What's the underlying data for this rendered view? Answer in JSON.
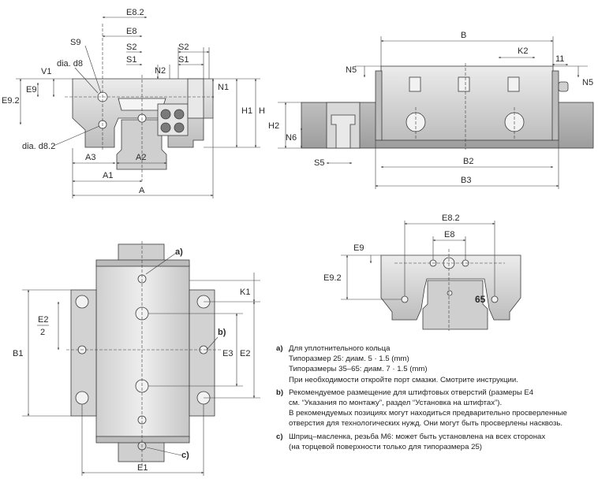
{
  "colors": {
    "line": "#3a3a3a",
    "part": "#d9d9d9",
    "partDark": "#a8a8a8",
    "rail": "#c4c4c4",
    "text": "#2a2a2a"
  },
  "labels": {
    "front": {
      "e82": "E8.2",
      "e8": "E8",
      "s9": "S9",
      "dia_d8": "dia. d8",
      "v1": "V1",
      "e9": "E9",
      "e92": "E9.2",
      "s2": "S2",
      "s1": "S1",
      "n2": "N2",
      "n1": "N1",
      "h1": "H1",
      "h": "H",
      "dia_d82": "dia. d8.2",
      "a3": "A3",
      "a2": "A2",
      "a1": "A1",
      "a": "A"
    },
    "side": {
      "b": "B",
      "k2": "K2",
      "n5a": "N5",
      "eleven": "11",
      "n5b": "N5",
      "h2": "H2",
      "n6": "N6",
      "s5": "S5",
      "b2": "B2",
      "b3": "B3"
    },
    "top": {
      "a": "a)",
      "k1": "K1",
      "b": "b)",
      "e2half": "E2",
      "half": "2",
      "b1": "B1",
      "e3": "E3",
      "e2": "E2",
      "c": "c)",
      "e1": "E1"
    },
    "end": {
      "e82": "E8.2",
      "e8": "E8",
      "e9": "E9",
      "e92": "E9.2",
      "size": "65"
    }
  },
  "notes": [
    {
      "marker": "a)",
      "lines": [
        "Для уплотнительного кольца",
        "Типоразмер 25:  диам. 5 · 1.5 (mm)",
        "Типоразмеры 35–65:  диам. 7 · 1.5 (mm)",
        "При необходимости откройте порт смазки. Смотрите инструкции."
      ]
    },
    {
      "marker": "b)",
      "lines": [
        "Рекомендуемое размещение для штифтовых отверстий (размеры E4",
        "см. “Указания по монтажу”, раздел “Установка на штифтах”).",
        "В рекомендуемых позициях могут находиться предварительно просверленные",
        "отверстия для технологических нужд. Они могут быть просверлены насквозь."
      ]
    },
    {
      "marker": "c)",
      "lines": [
        "Шприц–масленка, резьба M6: может быть установлена на всех сторонах",
        "(на торцевой поверхности только для типоразмера 25)"
      ]
    }
  ]
}
